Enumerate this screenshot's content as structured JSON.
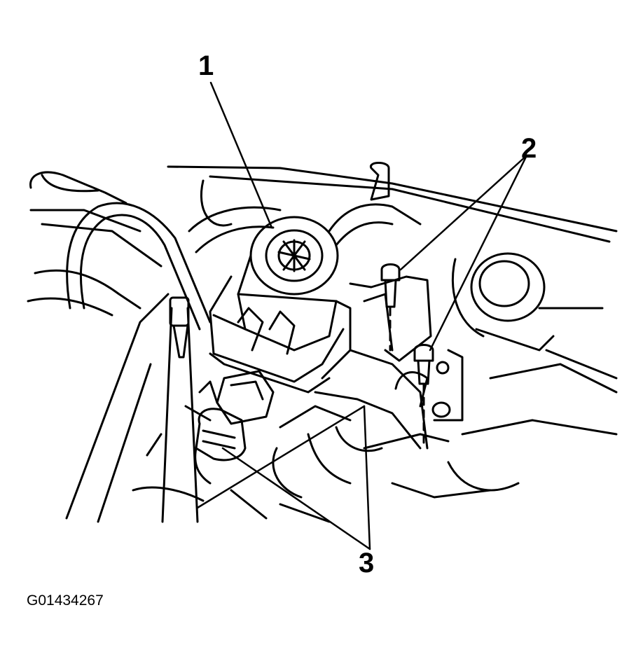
{
  "callouts": {
    "one": "1",
    "two": "2",
    "three": "3"
  },
  "figure_id": "G01434267"
}
